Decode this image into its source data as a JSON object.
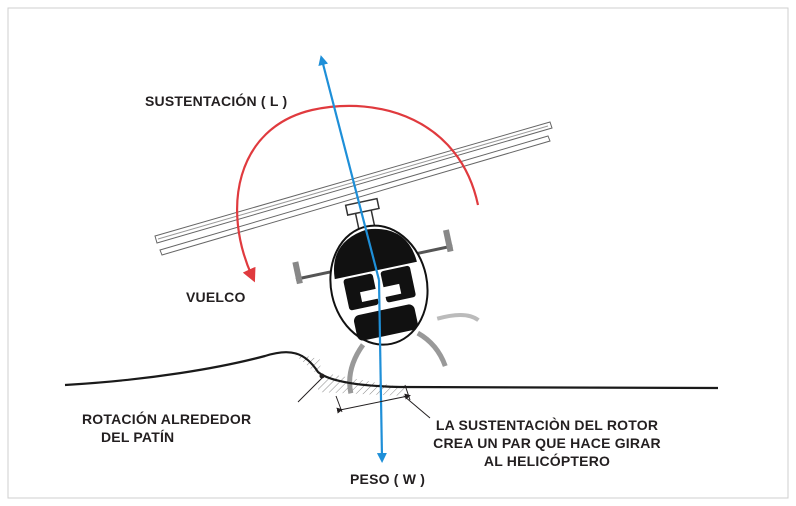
{
  "colors": {
    "border": "#cfcfcf",
    "text": "#231f20",
    "lift_vector": "#1e8fd8",
    "rollover_arc": "#e03a3e",
    "ground": "#1a1a1a",
    "ground_hatch": "#8a8a8a",
    "helicopter_body": "#111111",
    "rotor_outline": "#666666"
  },
  "labels": {
    "lift": "SUSTENTACIÓN  ( L )",
    "rollover": "VUELCO",
    "skid_rotation": [
      "ROTACIÓN ALREDEDOR",
      "DEL PATÍN"
    ],
    "rotor_couple": [
      "LA SUSTENTACIÒN DEL ROTOR",
      "CREA UN PAR QUE HACE GIRAR",
      "AL HELICÓPTERO"
    ],
    "weight": "PESO ( W )"
  },
  "icons": {
    "lift_vector": "arrow-up",
    "weight_vector": "arrow-down",
    "rollover_arc": "curved-arrow-counterclockwise",
    "helicopter": "helicopter-front-view"
  }
}
